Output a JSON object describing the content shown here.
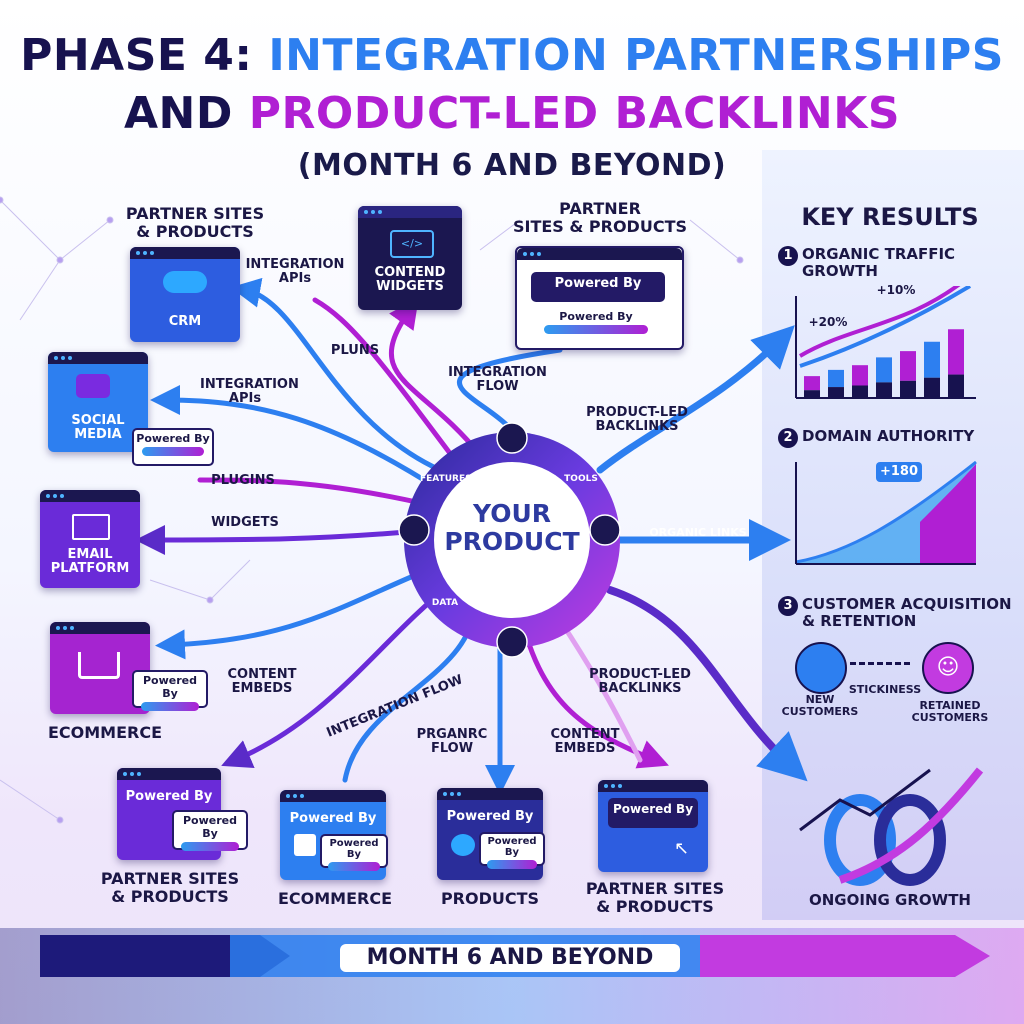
{
  "title": {
    "phase": "PHASE 4:",
    "line1_rest": "INTEGRATION PARTNERSHIPS",
    "line2_and": "AND",
    "line2_rest": "PRODUCT-LED BACKLINKS",
    "subtitle": "(MONTH 6 AND BEYOND)"
  },
  "center": {
    "label_line1": "YOUR",
    "label_line2": "PRODUCT",
    "ring_labels": [
      "FEATURES",
      "TOOLS",
      "DATA"
    ]
  },
  "nodes": {
    "crm": {
      "caption": "PARTNER SITES\n& PRODUCTS",
      "label": "CRM"
    },
    "widgets": {
      "label": "CONTEND\nWIDGETS"
    },
    "partner_top": {
      "caption": "PARTNER\nSITES & PRODUCTS",
      "badge1": "Powered By",
      "badge2": "Powered By"
    },
    "social": {
      "label": "SOCIAL\nMEDIA",
      "badge": "Powered By"
    },
    "email": {
      "label": "EMAIL\nPLATFORM"
    },
    "ecommerce_left": {
      "caption": "ECOMMERCE",
      "badge": "Powered By"
    },
    "partner_bottom_left": {
      "caption": "PARTNER SITES\n& PRODUCTS",
      "badge1": "Powered By",
      "badge2": "Powered By"
    },
    "ecommerce_bottom": {
      "caption": "ECOMMERCE",
      "badge1": "Powered By",
      "badge2": "Powered By"
    },
    "products_bottom": {
      "caption": "PRODUCTS",
      "badge1": "Powered By",
      "badge2": "Powered By"
    },
    "partner_bottom_right": {
      "caption": "PARTNER SITES\n& PRODUCTS",
      "badge": "Powered By"
    }
  },
  "flow_labels": {
    "integration_apis_top": "INTEGRATION\nAPIs",
    "pluns": "PLUNS",
    "integration_flow_top": "INTEGRATION FLOW",
    "integration_apis_mid": "INTEGRATION\nAPIs",
    "plugins": "PLUGINS",
    "widgets": "WIDGETS",
    "content_embeds_left": "CONTENT\nEMBEDS",
    "integration_flow_bottom": "INTEGRATION FLOW",
    "prganrc_flow": "PRGANRC\nFLOW",
    "content_embeds_bottom": "CONTENT\nEMBEDS",
    "product_led_bottom": "PRODUCT-LED\nBACKLINKS",
    "product_led_right": "PRODUCT-LED\nBACKLINKS",
    "organic_links": "ORGANIC LINKS"
  },
  "key_results": {
    "heading": "KEY RESULTS",
    "items": [
      {
        "number": "1",
        "title": "ORGANIC TRAFFIC\nGROWTH",
        "annotations": [
          "+10%",
          "+20%"
        ]
      },
      {
        "number": "2",
        "title": "DOMAIN AUTHORITY",
        "annotations": [
          "+180"
        ]
      },
      {
        "number": "3",
        "title": "CUSTOMER ACQUISITION\n& RETENTION",
        "new": "NEW\nCUSTOMERS",
        "stickiness": "STICKINESS",
        "retained": "RETAINED\nCUSTOMERS"
      }
    ],
    "ongoing": "ONGOING GROWTH"
  },
  "timeline": {
    "label": "MONTH 6 AND BEYOND"
  },
  "colors": {
    "navy": "#17124f",
    "blue": "#2d7ff0",
    "magenta": "#b01fd3",
    "purple": "#6a2bd8"
  },
  "chart_data": {
    "type": "bar",
    "categories": [
      "1",
      "2",
      "3",
      "4",
      "5",
      "6",
      "7"
    ],
    "series": [
      {
        "values": [
          0.9,
          1.1,
          1.3,
          1.6,
          1.9,
          2.3,
          2.9
        ]
      },
      {
        "values": [
          0.5,
          0.7,
          0.8,
          1.0,
          1.1,
          1.3,
          1.5
        ]
      }
    ]
  }
}
